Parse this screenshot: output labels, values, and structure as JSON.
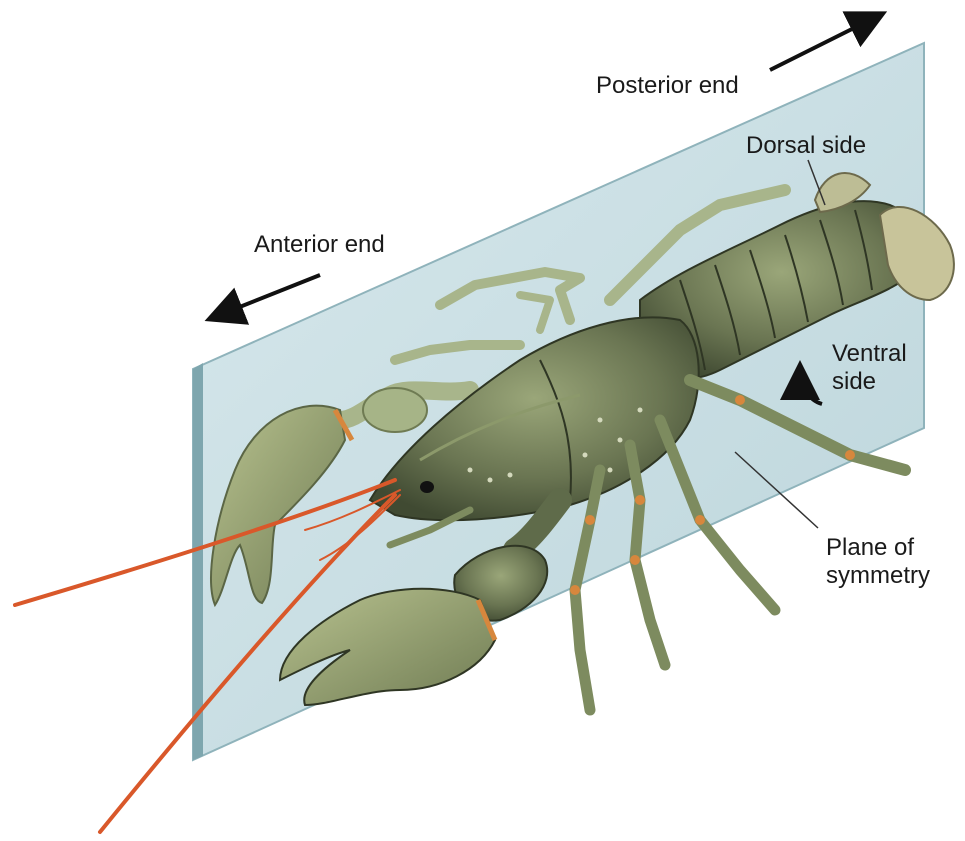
{
  "labels": {
    "posterior_end": "Posterior end",
    "anterior_end": "Anterior end",
    "dorsal_side": "Dorsal side",
    "ventral_side_line1": "Ventral",
    "ventral_side_line2": "side",
    "plane_of_symmetry_line1": "Plane of",
    "plane_of_symmetry_line2": "symmetry"
  },
  "colors": {
    "plane_fill": "#c9dfe4",
    "plane_edge": "#8fb3bb",
    "plane_side": "#7ea6ae",
    "crayfish_body": "#5f6b4a",
    "crayfish_light": "#9fae7a",
    "antenna": "#d9582a",
    "joint": "#d7873d",
    "arrow": "#111111",
    "text": "#1a1a1a"
  }
}
